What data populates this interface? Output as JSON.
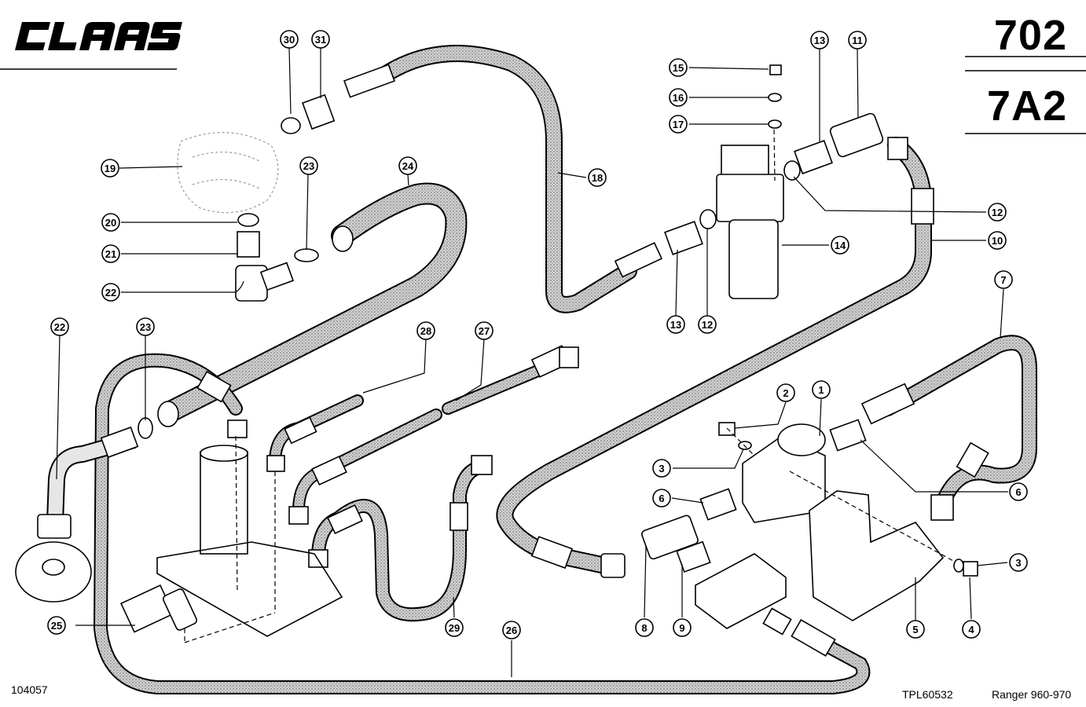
{
  "header": {
    "brand": "CLAAS",
    "page_number": "702",
    "section_code": "7A2"
  },
  "footer": {
    "image_number": "104057",
    "plate_code": "TPL60532",
    "model": "Ranger 960-970"
  },
  "callouts": {
    "c1": "1",
    "c2": "2",
    "c3a": "3",
    "c3b": "3",
    "c4": "4",
    "c5": "5",
    "c6a": "6",
    "c6b": "6",
    "c7": "7",
    "c8": "8",
    "c9": "9",
    "c10": "10",
    "c11": "11",
    "c12a": "12",
    "c12b": "12",
    "c13a": "13",
    "c13b": "13",
    "c14": "14",
    "c15": "15",
    "c16": "16",
    "c17": "17",
    "c18": "18",
    "c19": "19",
    "c20": "20",
    "c21": "21",
    "c22a": "22",
    "c22b": "22",
    "c23a": "23",
    "c23b": "23",
    "c24": "24",
    "c25": "25",
    "c26": "26",
    "c27": "27",
    "c28": "28",
    "c29": "29",
    "c30": "30",
    "c31": "31"
  },
  "colors": {
    "ink": "#000000",
    "hose_fill": "#c8c8c8",
    "background": "#ffffff"
  }
}
